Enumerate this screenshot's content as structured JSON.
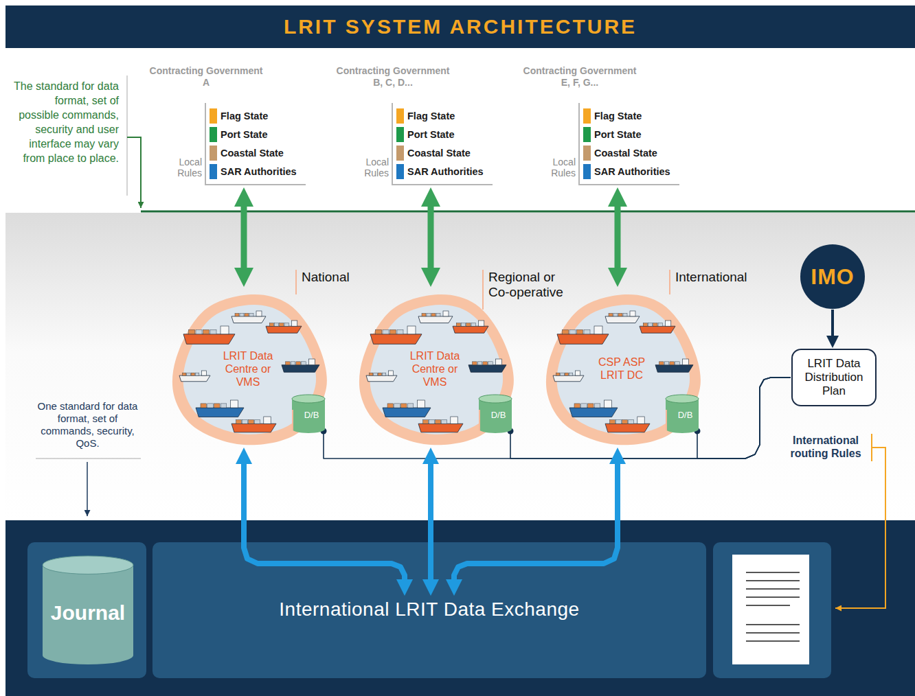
{
  "diagram": {
    "title": "LRIT SYSTEM ARCHITECTURE",
    "nodes": [
      {
        "text": [
          "Contracting Government A",
          "Flag State",
          "Port State",
          "Coastal State",
          "SAR Authorities",
          "Local Rules"
        ]
      },
      {
        "text": [
          "Contracting Government B, C, D...",
          "Flag State",
          "Port State",
          "Coastal State",
          "SAR Authorities",
          "Local Rules"
        ]
      },
      {
        "text": [
          "Contracting Government E, F, G...",
          "Flag State",
          "Port State",
          "Coastal State",
          "SAR Authorities",
          "Local Rules"
        ]
      },
      {
        "text": [
          "National",
          "LRIT Data Centre or VMS"
        ]
      },
      {
        "text": [
          "D/B"
        ],
        "in": 3
      },
      {
        "text": [
          "Regional or Co-operative",
          "LRIT Data Centre or VMS"
        ]
      },
      {
        "text": [
          "D/B"
        ],
        "in": 5
      },
      {
        "text": [
          "International",
          "CSP ASP LRIT DC"
        ]
      },
      {
        "text": [
          "D/B"
        ],
        "in": 7
      },
      {
        "text": [
          "IMO"
        ]
      },
      {
        "text": [
          "LRIT Data Distribution Plan"
        ]
      },
      {
        "text": [
          "Journal"
        ]
      },
      {
        "text": [
          "International LRIT Data Exchange"
        ]
      }
    ],
    "edges": [
      {
        "from": 0,
        "to": 3,
        "arrow": "both"
      },
      {
        "from": 1,
        "to": 5,
        "arrow": "both"
      },
      {
        "from": 2,
        "to": 7,
        "arrow": "both"
      },
      {
        "from": 9,
        "to": 10,
        "arrow": "to"
      },
      {
        "from": 4,
        "to": 10,
        "arrow": "none"
      },
      {
        "from": 6,
        "to": 10,
        "arrow": "none"
      },
      {
        "from": 8,
        "to": 10,
        "arrow": "none"
      },
      {
        "from": 3,
        "to": 12,
        "arrow": "both"
      },
      {
        "from": 5,
        "to": 12,
        "arrow": "both"
      },
      {
        "from": 7,
        "to": 12,
        "arrow": "both"
      }
    ],
    "labels": [
      "The standard for data format, set of possible commands, security and user interface may vary from place to place.",
      "One standard for data format, set of commands, security, QoS.",
      "International routing Rules"
    ]
  }
}
